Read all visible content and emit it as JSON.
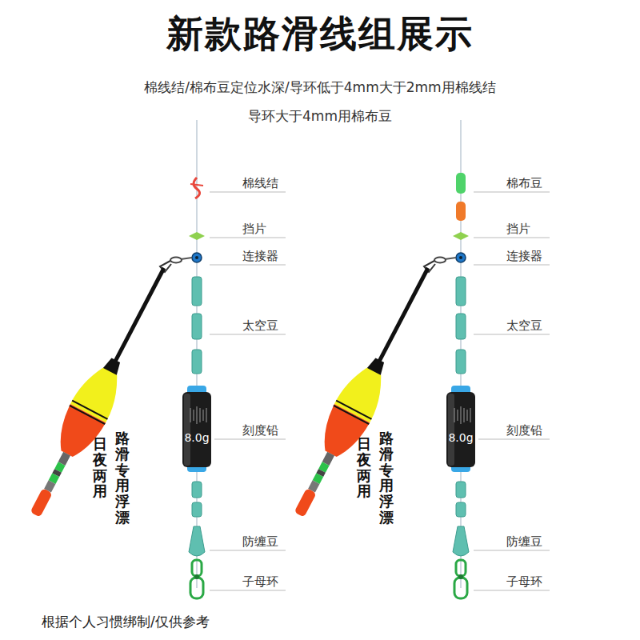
{
  "diagram": {
    "title": "新款路滑线组展示",
    "caption": "根据个人习惯绑制/仅供参考",
    "labels": [
      "棉线结/棉布豆定位水深/导环低于4mm大于2mm用棉线结",
      "导环大于4mm用棉布豆",
      "棉线结",
      "挡片",
      "连接器",
      "太空豆",
      "8.0g",
      "刻度铅",
      "防缠豆",
      "子母环",
      "路滑专用浮漂",
      "日夜两用",
      "棉布豆",
      "挡片",
      "连接器",
      "太空豆",
      "8.0g",
      "刻度铅",
      "防缠豆",
      "子母环",
      "路滑专用浮漂",
      "日夜两用"
    ]
  }
}
